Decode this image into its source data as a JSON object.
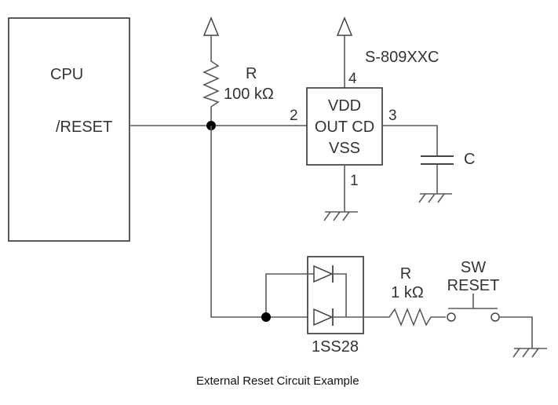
{
  "caption": "External Reset Circuit Example",
  "cpu": {
    "label": "CPU",
    "pin_label": "/RESET"
  },
  "pullup_resistor": {
    "name": "R",
    "value": "100 kΩ"
  },
  "ic": {
    "part": "S-809XXC",
    "pins": {
      "vdd": "4",
      "out": "2",
      "cd": "3",
      "vss": "1"
    },
    "lines": [
      "VDD",
      "OUT CD",
      "VSS"
    ]
  },
  "capacitor": {
    "name": "C"
  },
  "diode_pair": {
    "part": "1SS28"
  },
  "series_resistor": {
    "name": "R",
    "value": "1 kΩ"
  },
  "switch": {
    "line1": "SW",
    "line2": "RESET"
  }
}
